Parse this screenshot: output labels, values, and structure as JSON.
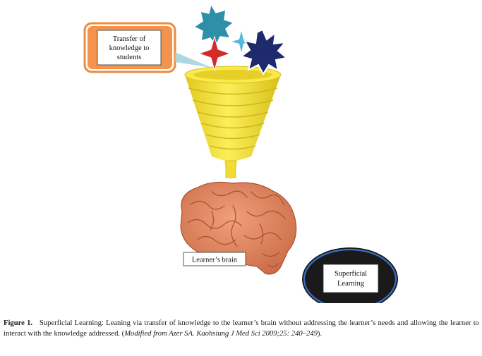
{
  "diagram": {
    "transfer_label_line1": "Transfer of",
    "transfer_label_line2": "knowledge to",
    "transfer_label_line3": "students",
    "brain_label": "Learner’s brain",
    "outcome_label_line1": "Superficial",
    "outcome_label_line2": "Learning",
    "colors": {
      "transfer_box_border": "#f08a3c",
      "funnel": "#f6e23a",
      "funnel_shadow": "#d9c21c",
      "star_teal": "#2e8fa8",
      "star_red": "#d42a2a",
      "star_navy": "#1d2a6b",
      "star_sky": "#59b7d9",
      "brain": "#e08860",
      "brain_fold": "#b5533a",
      "outcome_ring": "#1a1a1a",
      "outcome_inner": "#3a6fc4"
    }
  },
  "caption": {
    "label": "Figure 1.",
    "text": "Superficial Learning: Leaning via transfer of knowledge to the learner’s brain without addressing the learner’s needs and allowing the learner to interact with the knowledge addressed. (",
    "reference": "Modified from Azer SA. Kaohsiung J Med Sci 2009;25: 240–249",
    "closing": ")."
  }
}
